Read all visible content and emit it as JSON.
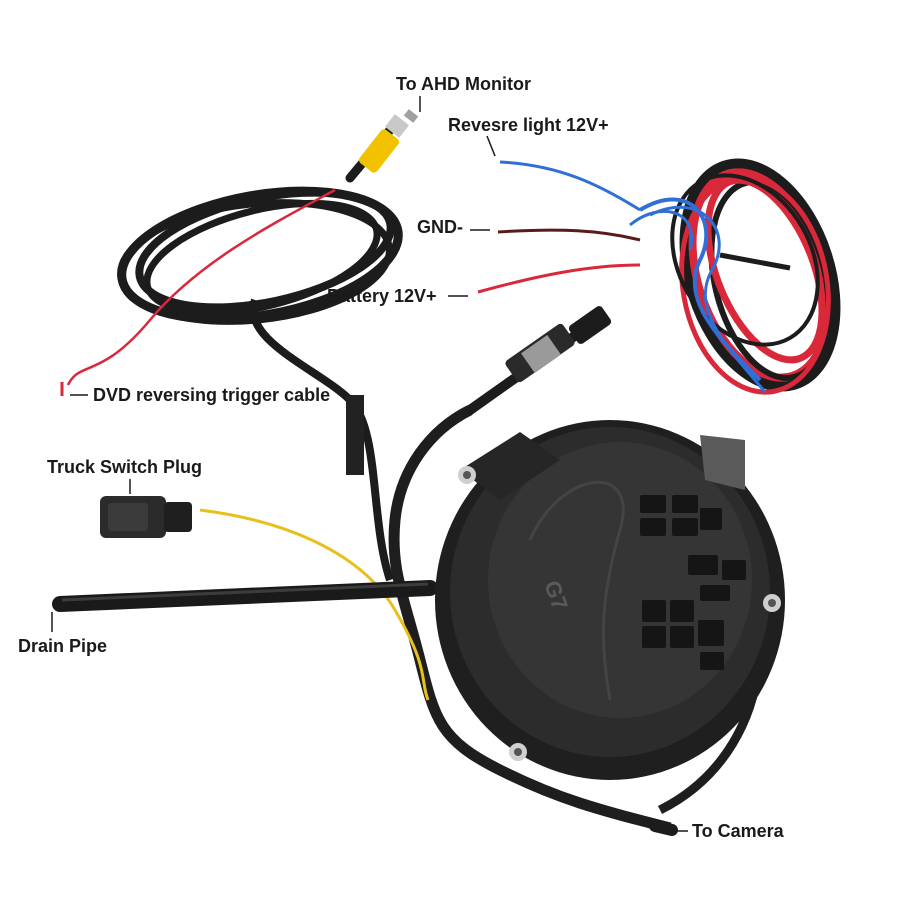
{
  "labels": {
    "to_ahd_monitor": "To AHD Monitor",
    "reverse_light": "Revesre light 12V+",
    "gnd": "GND-",
    "battery": "Battery 12V+",
    "dvd_trigger": "DVD reversing trigger cable",
    "truck_switch_plug": "Truck Switch Plug",
    "drain_pipe": "Drain Pipe",
    "to_camera": "To Camera"
  },
  "module": {
    "marking": "G7"
  },
  "colors": {
    "black_cable": "#1c1c1c",
    "red_wire": "#d8283a",
    "blue_wire": "#2f6fd6",
    "yellow_rca": "#f2c200",
    "yellow_wire": "#e8c01c",
    "module_body": "#2a2a2a",
    "module_face": "#3a3a3a"
  }
}
